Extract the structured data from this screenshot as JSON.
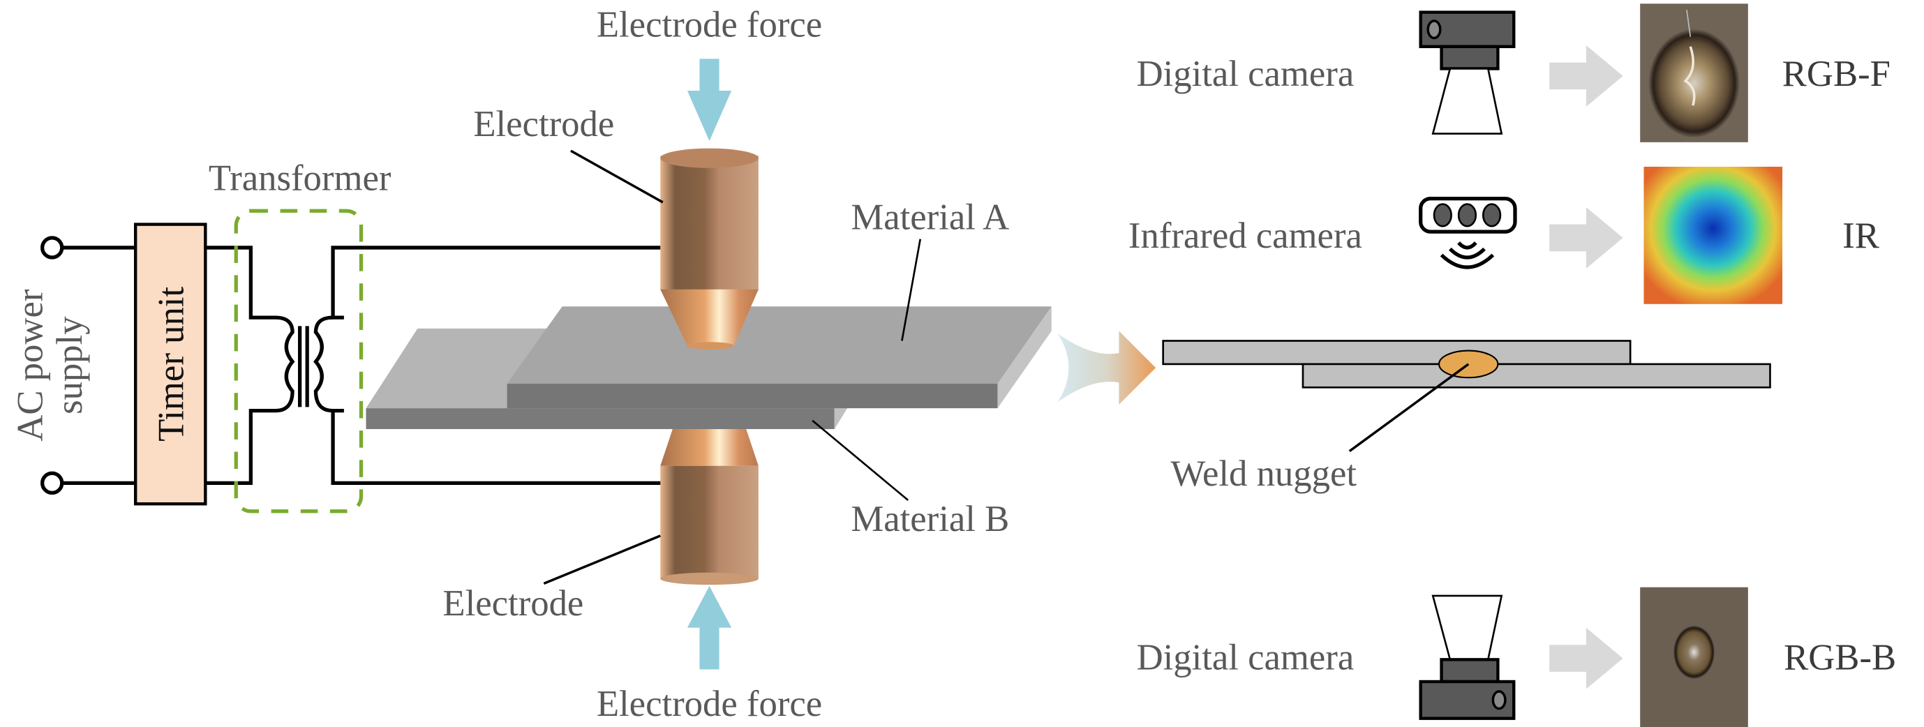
{
  "diagram": {
    "circuit": {
      "power_supply_line1": "AC power",
      "power_supply_line2": "supply",
      "timer_unit": "Timer unit",
      "transformer": "Transformer"
    },
    "welding": {
      "electrode_force_top": "Electrode force",
      "electrode_force_bottom": "Electrode force",
      "electrode_top": "Electrode",
      "electrode_bottom": "Electrode",
      "material_a": "Material A",
      "material_b": "Material B"
    },
    "cross_section": {
      "weld_nugget": "Weld nugget"
    },
    "sensors": [
      {
        "name": "Digital camera",
        "output": "RGB-F",
        "icon": "camera-down-icon"
      },
      {
        "name": "Infrared camera",
        "output": "IR",
        "icon": "infrared-camera-icon"
      },
      {
        "name": "Digital camera",
        "output": "RGB-B",
        "icon": "camera-up-icon"
      }
    ],
    "colors": {
      "timer_fill": "#fbdcc4",
      "transformer_dash": "#7aab2e",
      "force_arrow": "#92cddc",
      "copper": "#c88a5c",
      "material_top": "#a6a6a6",
      "material_side": "#7a7a7a",
      "nugget": "#e5a752",
      "sensor_arrow": "#d9d9d9"
    }
  }
}
